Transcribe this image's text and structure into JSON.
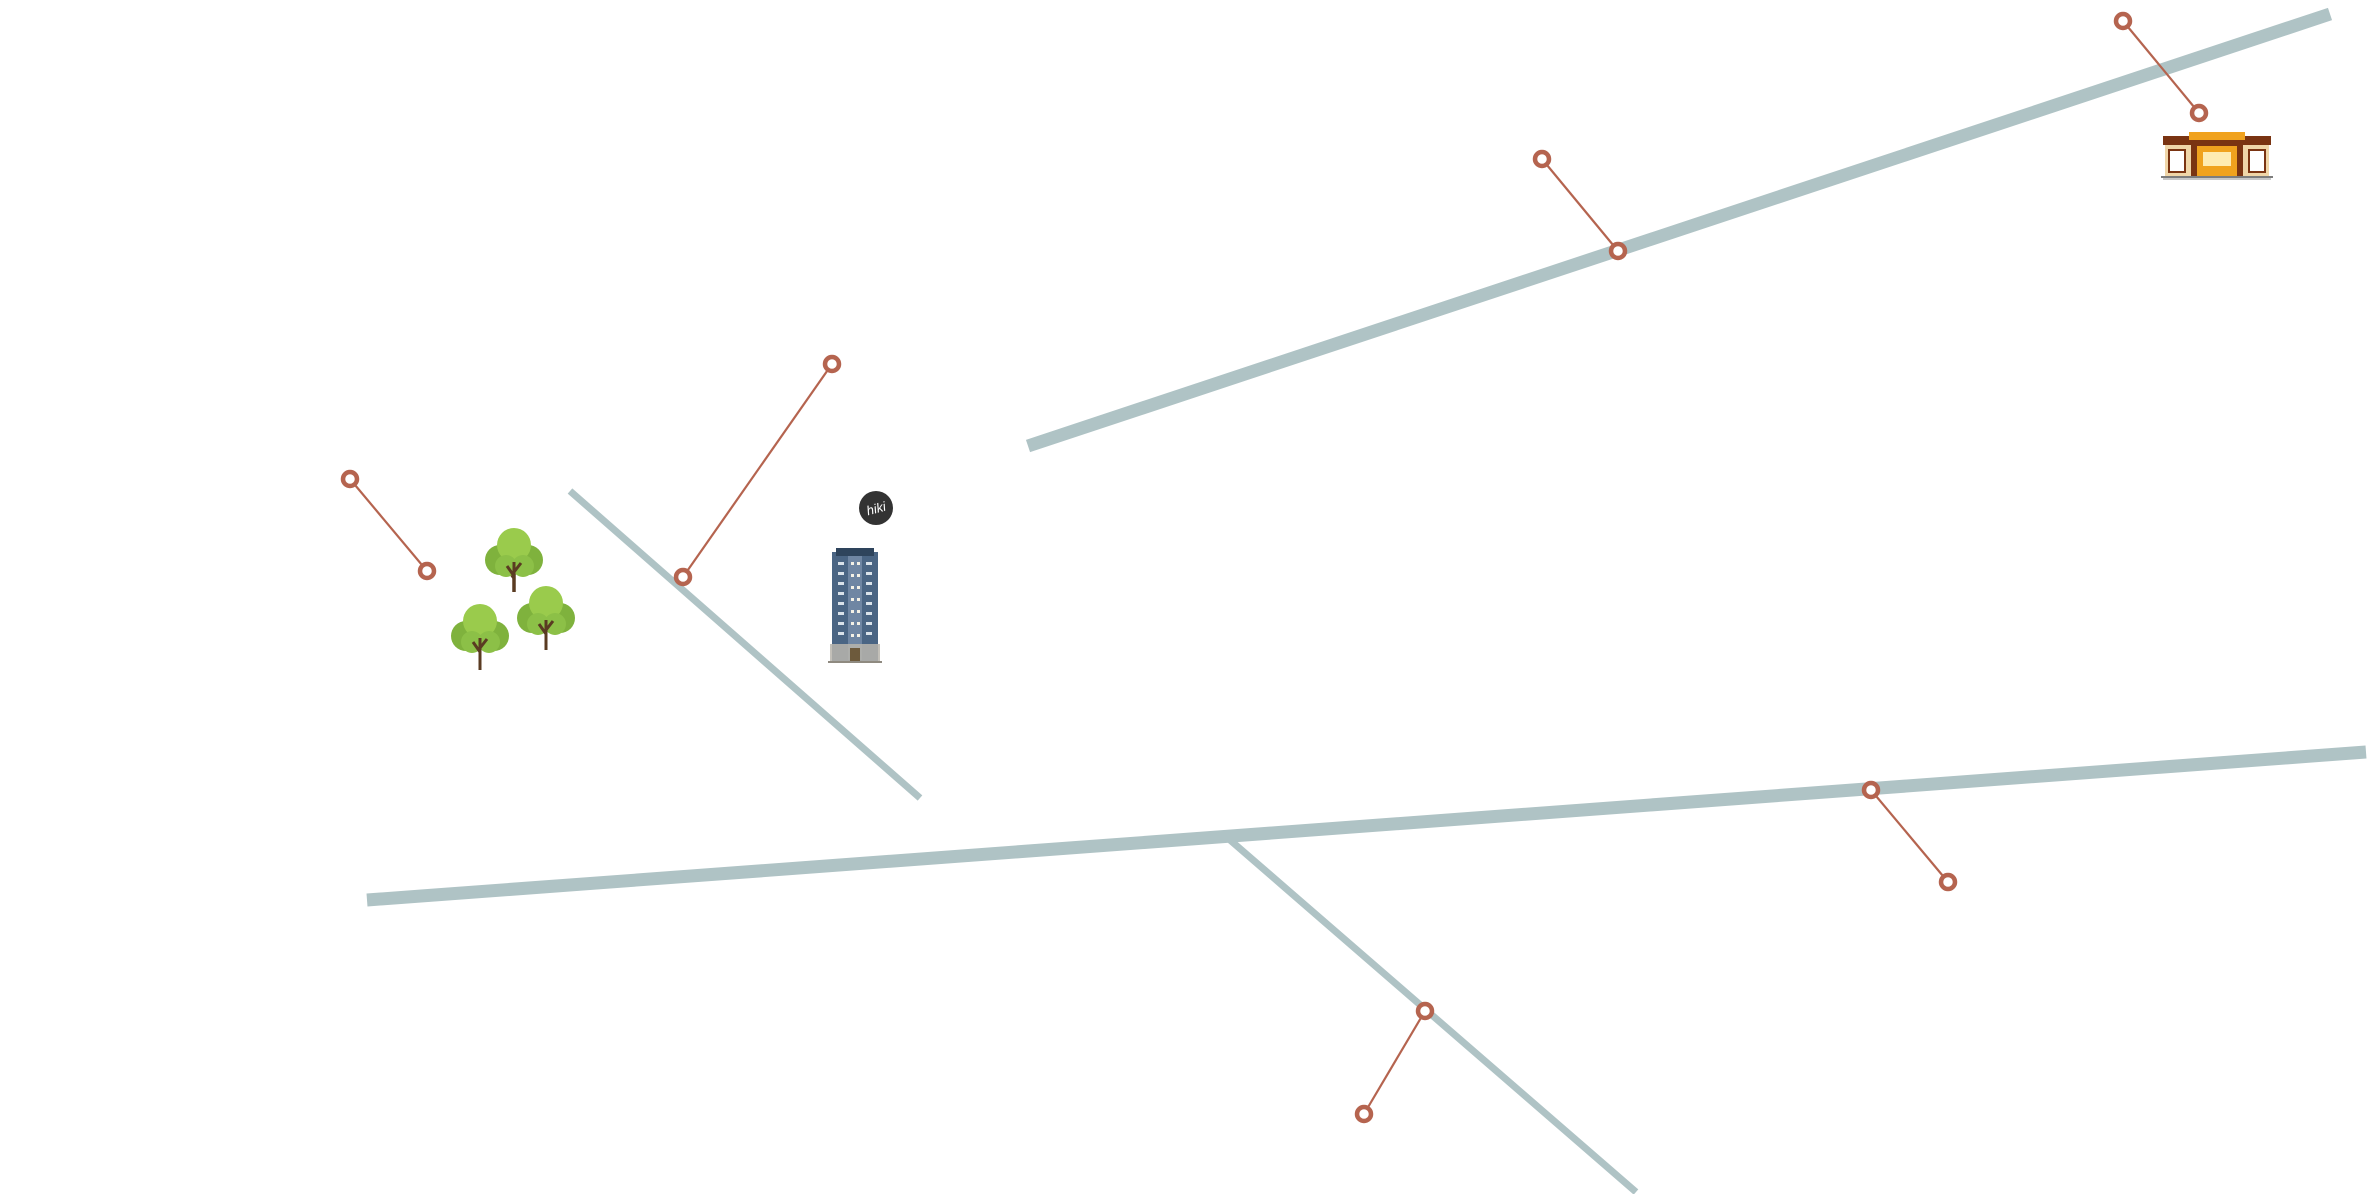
{
  "map": {
    "colors": {
      "road": "#afc3c5",
      "leader": "#b5644f",
      "marker_fill": "#ffffff",
      "tree_light": "#9acb4c",
      "tree_mid": "#7fb23d",
      "tree_dark": "#5e8f2a",
      "trunk": "#5a3b22",
      "tower": "#4a6584",
      "badge": "#333333",
      "shop_roof": "#7a3412",
      "shop_wall": "#f0a21e"
    },
    "roads": [
      {
        "name": "road-northeast"
      },
      {
        "name": "road-west-diagonal"
      },
      {
        "name": "road-south-main"
      },
      {
        "name": "road-southeast-branch"
      }
    ],
    "markers": [
      {
        "name": "marker-northwest-trees"
      },
      {
        "name": "marker-west-road"
      },
      {
        "name": "marker-northeast-road"
      },
      {
        "name": "marker-shop"
      },
      {
        "name": "marker-south-main-road"
      },
      {
        "name": "marker-southeast-branch"
      }
    ],
    "landmarks": [
      {
        "name": "tree-cluster-park",
        "icon": "tree-cluster-icon"
      },
      {
        "name": "apartment-tower",
        "icon": "tower-building-icon"
      },
      {
        "name": "location-badge",
        "icon": "badge-icon",
        "text": "hiki"
      },
      {
        "name": "shop-storefront",
        "icon": "storefront-icon"
      }
    ]
  }
}
